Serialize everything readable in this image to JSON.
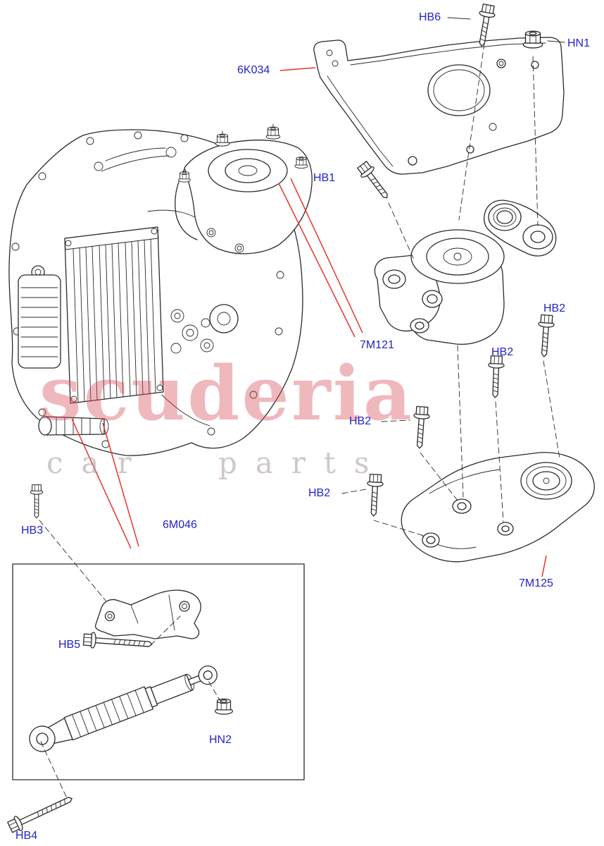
{
  "labels": [
    {
      "part": "hb6",
      "text": "HB6"
    },
    {
      "part": "hn1",
      "text": "HN1"
    },
    {
      "part": "6k034",
      "text": "6K034"
    },
    {
      "part": "hb1",
      "text": "HB1"
    },
    {
      "part": "7m121",
      "text": "7M121"
    },
    {
      "part": "hb2-right",
      "text": "HB2"
    },
    {
      "part": "hb2-middle",
      "text": "HB2"
    },
    {
      "part": "hb2-left",
      "text": "HB2"
    },
    {
      "part": "hb2-lower",
      "text": "HB2"
    },
    {
      "part": "hb3",
      "text": "HB3"
    },
    {
      "part": "6m046",
      "text": "6M046"
    },
    {
      "part": "hb5",
      "text": "HB5"
    },
    {
      "part": "hn2",
      "text": "HN2"
    },
    {
      "part": "hb4",
      "text": "HB4"
    },
    {
      "part": "7m125",
      "text": "7M125"
    }
  ],
  "watermark": {
    "line1": "scuderia",
    "line2": "car parts"
  },
  "colors": {
    "label-color": "#2222cc",
    "leader-color": "#e8352a",
    "line-color": "#2a2a2a",
    "watermark-color": "#d94f5c"
  }
}
